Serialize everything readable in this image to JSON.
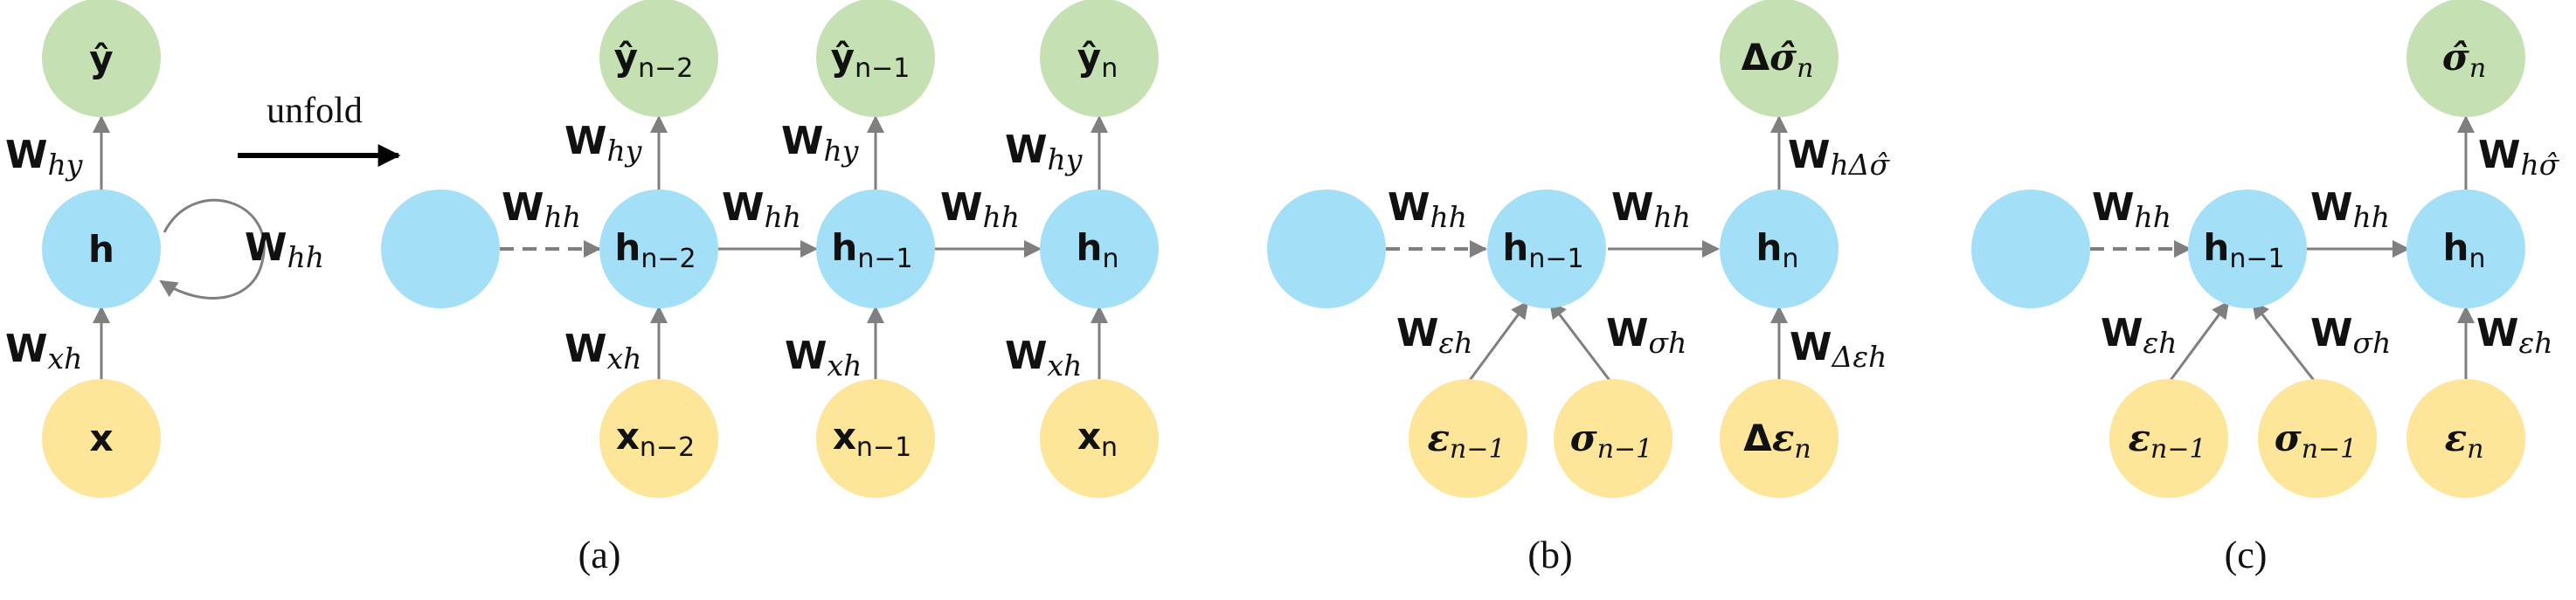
{
  "colors": {
    "hidden": "#a3e0f8",
    "input": "#fde599",
    "output": "#c5e0b3",
    "arrow": "#7f7f7f",
    "text": "#111111"
  },
  "labels": {
    "unfold": "unfold",
    "cap_a": "(a)",
    "cap_b": "(b)",
    "cap_c": "(c)"
  },
  "panel_a_rolled": {
    "y": "ŷ",
    "h": "h",
    "x": "x",
    "w_hy": {
      "main": "W",
      "sub": "hy"
    },
    "w_hh": {
      "main": "W",
      "sub": "hh"
    },
    "w_xh": {
      "main": "W",
      "sub": "xh"
    }
  },
  "panel_a_unrolled": {
    "steps": [
      {
        "y": "ŷ",
        "y_sub": "n−2",
        "h": "h",
        "h_sub": "n−2",
        "x": "x",
        "x_sub": "n−2"
      },
      {
        "y": "ŷ",
        "y_sub": "n−1",
        "h": "h",
        "h_sub": "n−1",
        "x": "x",
        "x_sub": "n−1"
      },
      {
        "y": "ŷ",
        "y_sub": "n",
        "h": "h",
        "h_sub": "n",
        "x": "x",
        "x_sub": "n"
      }
    ],
    "w_main": "W",
    "w_hh_sub": "hh",
    "w_hy_sub": "hy",
    "w_xh_sub": "xh"
  },
  "panel_b": {
    "out": "Δ",
    "out_sym": "σ̂",
    "out_sub": "n",
    "h_prev": "h",
    "h_prev_sub": "n−1",
    "h_cur": "h",
    "h_cur_sub": "n",
    "in1": "ε",
    "in1_sub": "n−1",
    "in2": "σ",
    "in2_sub": "n−1",
    "in3": "Δ",
    "in3_sym": "ε",
    "in3_sub": "n",
    "w_main": "W",
    "w_hh_sub": "hh",
    "w_out_sub": "hΔσ̂",
    "w_eps_sub": "εh",
    "w_sig_sub": "σh",
    "w_deps_sub": "Δεh"
  },
  "panel_c": {
    "out": "σ̂",
    "out_sub": "n",
    "h_prev": "h",
    "h_prev_sub": "n−1",
    "h_cur": "h",
    "h_cur_sub": "n",
    "in1": "ε",
    "in1_sub": "n−1",
    "in2": "σ",
    "in2_sub": "n−1",
    "in3": "ε",
    "in3_sub": "n",
    "w_main": "W",
    "w_hh_sub": "hh",
    "w_out_sub": "hσ̂",
    "w_eps_sub": "εh",
    "w_sig_sub": "σh",
    "w_eps2_sub": "εh"
  }
}
